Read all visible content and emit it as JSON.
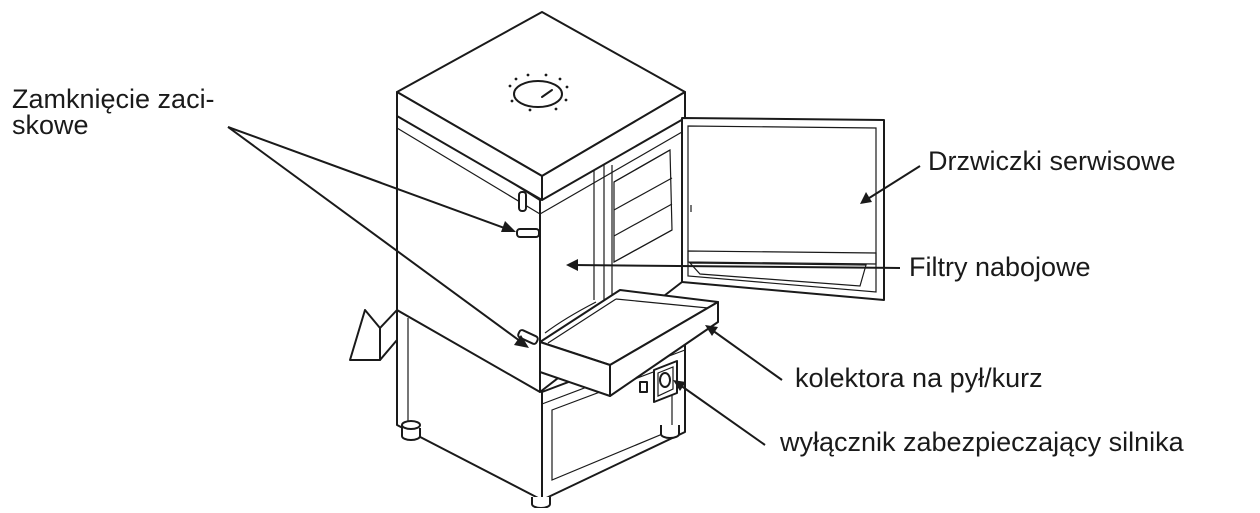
{
  "labels": {
    "clamp_line1": "Zamknięcie zaci-",
    "clamp_line2": "skowe",
    "service_door": "Drzwiczki serwisowe",
    "cartridge_filters": "Filtry nabojowe",
    "dust_collector": "kolektora na pył/kurz",
    "motor_switch": "wyłącznik zabezpieczający silnika"
  },
  "colors": {
    "line": "#1a1a1a",
    "background": "#ffffff"
  }
}
